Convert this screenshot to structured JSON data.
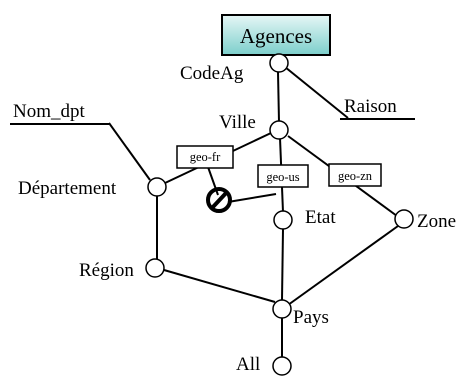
{
  "diagram": {
    "fact": {
      "label": "Agences"
    },
    "attributes": {
      "codeag": "CodeAg",
      "raison": "Raison",
      "ville": "Ville",
      "nom_dpt": "Nom_dpt",
      "departement": "Département",
      "etat": "Etat",
      "zone": "Zone",
      "region": "Région",
      "pays": "Pays",
      "all": "All"
    },
    "hierarchies": {
      "geo_fr": "geo-fr",
      "geo_us": "geo-us",
      "geo_zn": "geo-zn"
    },
    "colors": {
      "fact_fill": "#b8e8e4",
      "line": "#000000"
    }
  }
}
